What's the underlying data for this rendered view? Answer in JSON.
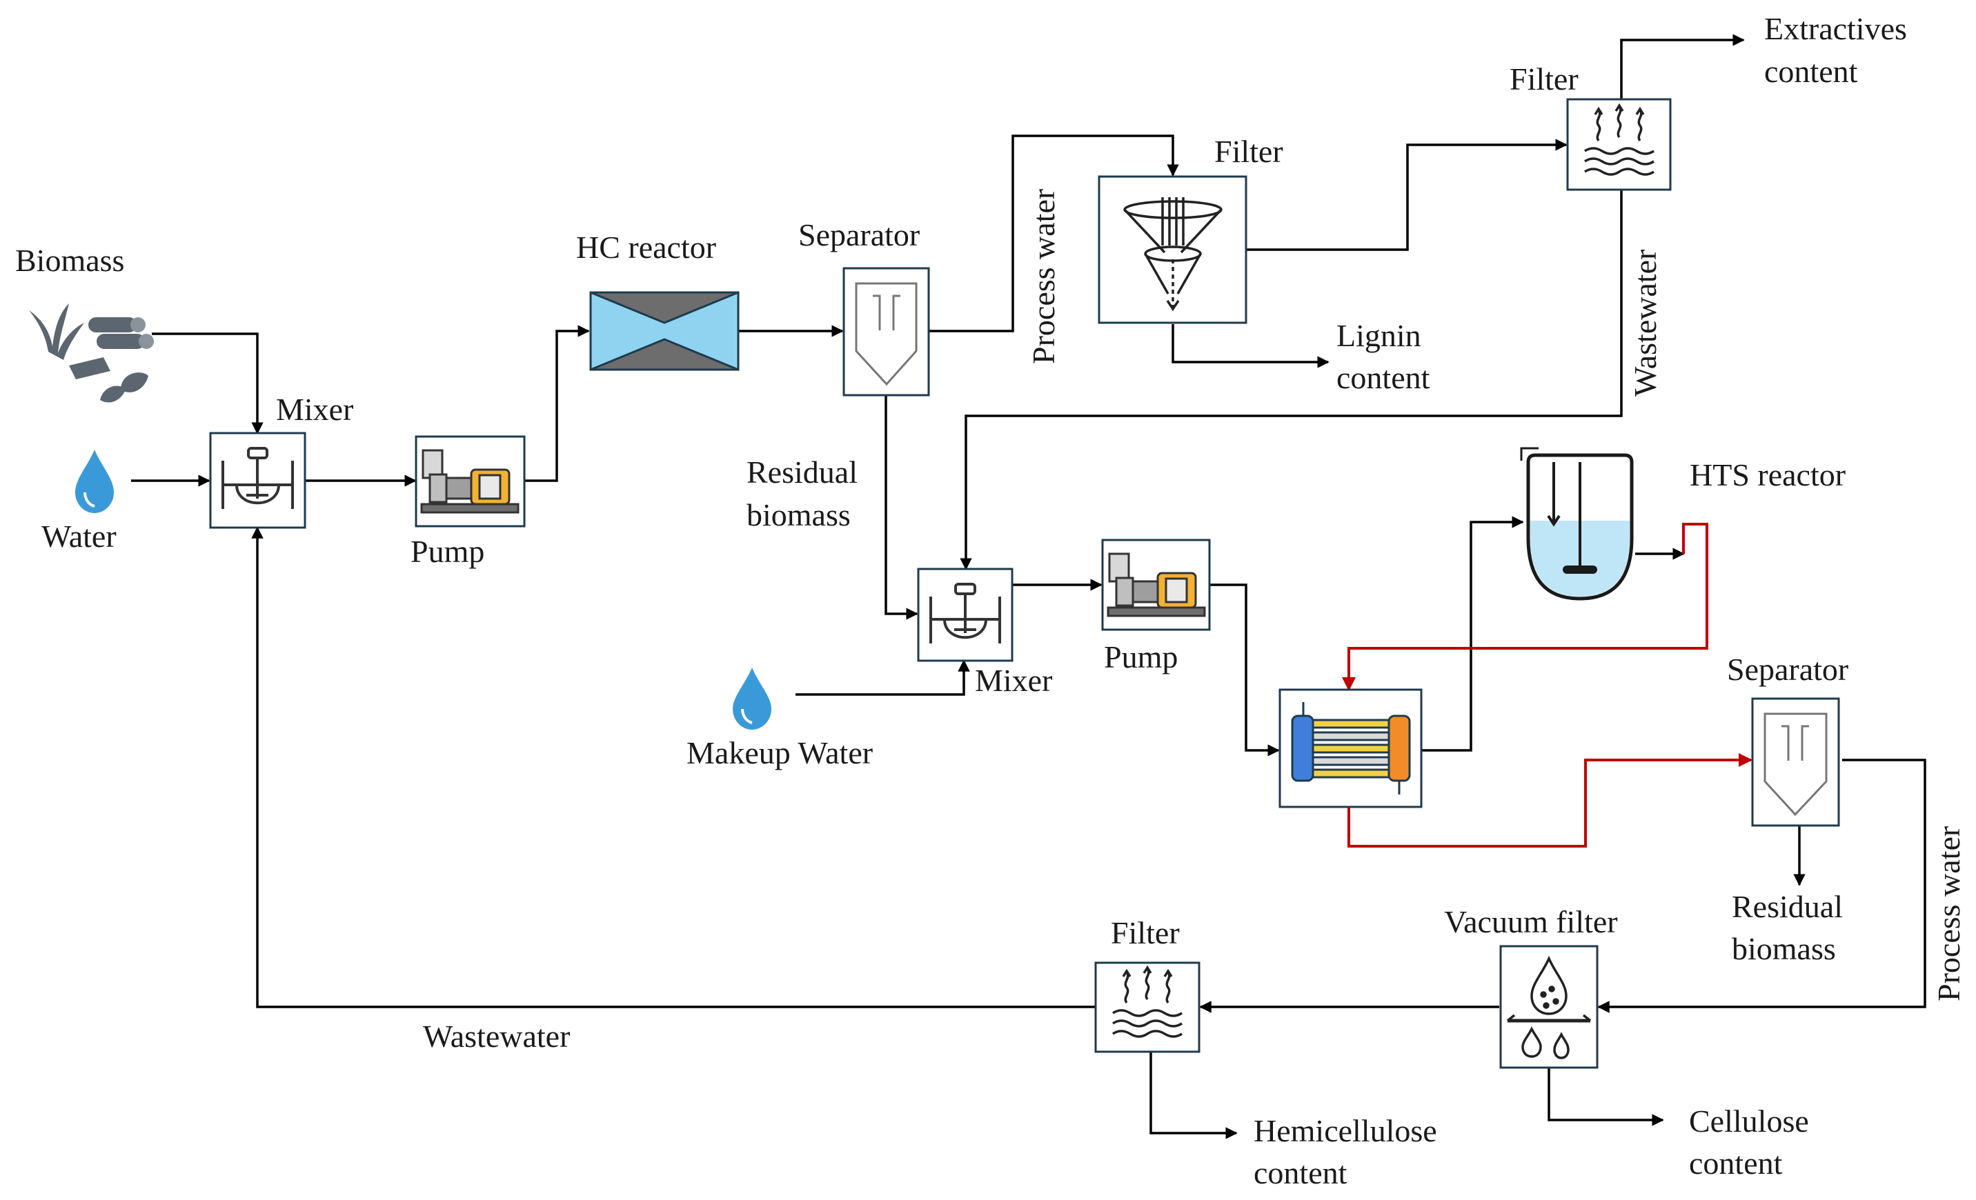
{
  "labels": {
    "biomass": "Biomass",
    "water": "Water",
    "mixer1": "Mixer",
    "pump1": "Pump",
    "hc_reactor": "HC reactor",
    "separator1": "Separator",
    "process_water1": "Process water",
    "filter1": "Filter",
    "lignin_1": "Lignin",
    "lignin_2": "content",
    "filter2": "Filter",
    "extractives_1": "Extractives",
    "extractives_2": "content",
    "wastewater1": "Wastewater",
    "residual1_1": "Residual",
    "residual1_2": "biomass",
    "mixer2": "Mixer",
    "makeup_water": "Makeup Water",
    "pump2": "Pump",
    "hts_reactor": "HTS reactor",
    "separator2": "Separator",
    "residual2_1": "Residual",
    "residual2_2": "biomass",
    "process_water2": "Process water",
    "vacuum_filter": "Vacuum filter",
    "cellulose_1": "Cellulose",
    "cellulose_2": "content",
    "filter3": "Filter",
    "hemicellulose_1": "Hemicellulose",
    "hemicellulose_2": "content",
    "wastewater2": "Wastewater"
  },
  "colors": {
    "line": "#000000",
    "hot_stream": "#c00000",
    "water_drop": "#3a9ad9",
    "reactor_fill": "#8fd3f0",
    "box_border": "#1f3b4d"
  },
  "icons": {
    "biomass": "biomass-icon",
    "water": "water-drop-icon",
    "mixer": "mixer-icon",
    "pump": "pump-icon",
    "hc_reactor": "hc-reactor-icon",
    "separator": "separator-icon",
    "filter": "filter-icon",
    "cone_filter": "cone-filter-icon",
    "hts_reactor": "hts-reactor-icon",
    "heat_exchanger": "heat-exchanger-icon",
    "vacuum_filter": "vacuum-filter-icon"
  }
}
